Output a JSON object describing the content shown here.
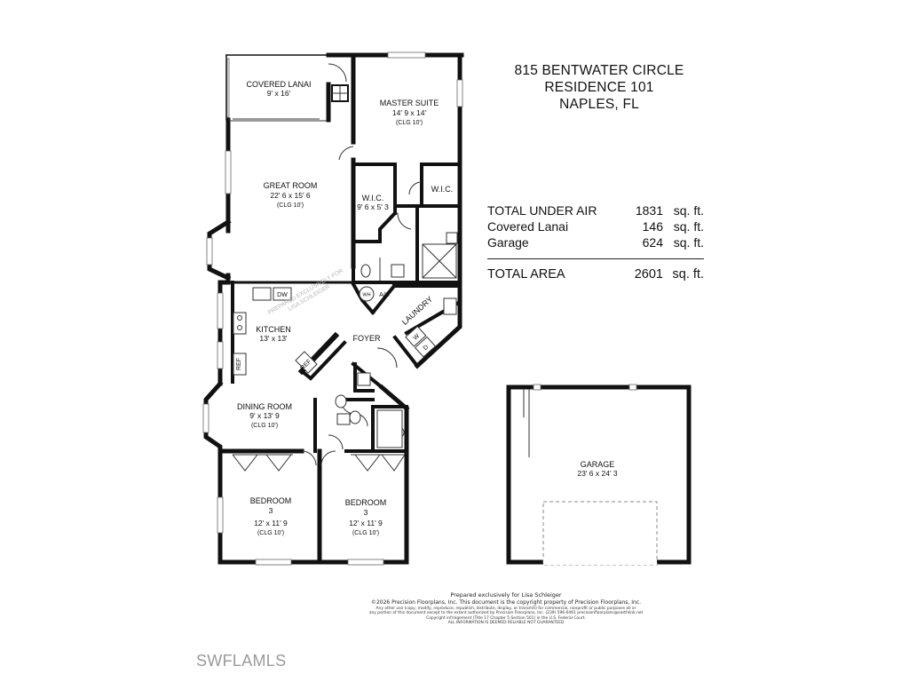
{
  "header": {
    "address_line1": "815 BENTWATER CIRCLE",
    "address_line2": "RESIDENCE 101",
    "address_line3": "NAPLES, FL"
  },
  "areas": {
    "rows": [
      {
        "label": "TOTAL UNDER AIR",
        "value": "1831",
        "unit": "sq. ft."
      },
      {
        "label": "Covered Lanai",
        "value": "146",
        "unit": "sq. ft."
      },
      {
        "label": "Garage",
        "value": "624",
        "unit": "sq. ft."
      }
    ],
    "total": {
      "label": "TOTAL AREA",
      "value": "2601",
      "unit": "sq. ft."
    }
  },
  "rooms": {
    "lanai": {
      "name": "COVERED LANAI",
      "dims": "9' x 16'"
    },
    "master": {
      "name": "MASTER SUITE",
      "dims": "14' 9 x 14'",
      "clg": "(CLG 10')"
    },
    "great": {
      "name": "GREAT ROOM",
      "dims": "22' 6 x 15' 6",
      "clg": "(CLG 10')"
    },
    "wic1": {
      "name": "W.I.C.",
      "dims": "9' 6 x 5' 3"
    },
    "wic2": {
      "name": "W.I.C."
    },
    "kitchen": {
      "name": "KITCHEN",
      "dims": "13' x 13'"
    },
    "foyer": {
      "name": "FOYER"
    },
    "laundry": {
      "name": "LAUNDRY"
    },
    "dining": {
      "name": "DINING ROOM",
      "dims": "9' x 13' 9",
      "clg": "(CLG 10')"
    },
    "bed_left": {
      "name": "BEDROOM",
      "num": "3",
      "dims": "12' x 11' 9",
      "clg": "(CLG 10')"
    },
    "bed_right": {
      "name": "BEDROOM",
      "num": "3",
      "dims": "12' x 11' 9",
      "clg": "(CLG 10')"
    },
    "garage": {
      "name": "GARAGE",
      "dims": "23' 6 x 24' 3"
    }
  },
  "fixtures": {
    "dw": "DW",
    "ref_kitchen": "REF",
    "ref_island": "REF",
    "wh": "WH",
    "ac": "A/C",
    "washer": "W",
    "dryer": "D"
  },
  "watermark": {
    "line1": "PREPARED EXCLUSIVELY FOR",
    "line2": "LISA SCHLEIGER"
  },
  "legal": {
    "line1": "Prepared exclusively for Lisa Schleiger",
    "line2": "©2026 Precision Floorplans, Inc. This document is the copyright property of Precision Floorplans, Inc.",
    "line3": "Any other use (copy, modify, reproduce, republish, distribute, display, or transmit) for commercial, nonprofit or public purposes all or",
    "line4": "any portion of this document except to the extent authorized by Precision Floorplans, Inc. (239) 596-0461 precisionfloorplans@earthlink.net",
    "line5": "Copyright infringement (Title 17 Chapter 5 Section 501) in the U.S. Federal Court.",
    "line6": "ALL INFORMATION IS DEEMED RELIABLE NOT GUARANTEED"
  },
  "brand": {
    "text": "SWFLAMLS"
  },
  "colors": {
    "wall": "#111111",
    "watermark": "#9a9a9a",
    "background": "#ffffff"
  }
}
